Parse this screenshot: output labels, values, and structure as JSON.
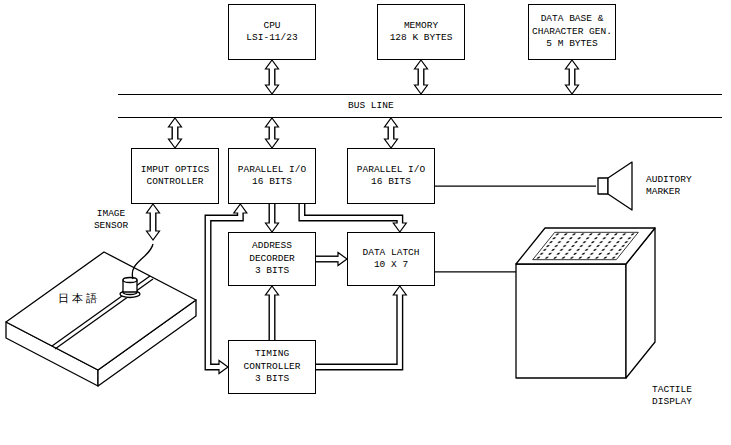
{
  "diagram": {
    "nodes": [
      {
        "text": [
          "CPU",
          "LSI-11/23"
        ]
      },
      {
        "text": [
          "MEMORY",
          "128 K BYTES"
        ]
      },
      {
        "text": [
          "DATA BASE & CHARACTER GEN.",
          "5 M BYTES"
        ]
      },
      {
        "text": [
          "BUS LINE"
        ]
      },
      {
        "text": [
          "IMPUT OPTICS CONTROLLER"
        ]
      },
      {
        "text": [
          "PARALLEL I/O",
          "16 BITS"
        ]
      },
      {
        "text": [
          "PARALLEL I/O",
          "16 BITS"
        ]
      },
      {
        "text": [
          "AUDITORY MARKER"
        ]
      },
      {
        "text": [
          "IMAGE SENSOR",
          "日本語"
        ]
      },
      {
        "text": [
          "ADDRESS DECORDER",
          "3 BITS"
        ]
      },
      {
        "text": [
          "DATA LATCH",
          "10 X 7"
        ]
      },
      {
        "text": [
          "TACTILE DISPLAY"
        ]
      },
      {
        "text": [
          "TIMING CONTROLLER",
          "3 BITS"
        ]
      }
    ],
    "edges": [
      {
        "from": 0,
        "to": 3,
        "arrow": "both"
      },
      {
        "from": 1,
        "to": 3,
        "arrow": "both"
      },
      {
        "from": 2,
        "to": 3,
        "arrow": "both"
      },
      {
        "from": 3,
        "to": 4,
        "arrow": "both"
      },
      {
        "from": 3,
        "to": 5,
        "arrow": "both"
      },
      {
        "from": 3,
        "to": 6,
        "arrow": "both"
      },
      {
        "from": 4,
        "to": 8,
        "arrow": "both"
      },
      {
        "from": 6,
        "to": 7,
        "arrow": "none"
      },
      {
        "from": 5,
        "to": 9,
        "arrow": "to"
      },
      {
        "from": 5,
        "to": 10,
        "arrow": "to"
      },
      {
        "from": 5,
        "to": 12,
        "arrow": "both"
      },
      {
        "from": 9,
        "to": 10,
        "arrow": "to"
      },
      {
        "from": 12,
        "to": 9,
        "arrow": "to"
      },
      {
        "from": 12,
        "to": 10,
        "arrow": "to"
      },
      {
        "from": 10,
        "to": 11,
        "arrow": "none"
      }
    ]
  }
}
